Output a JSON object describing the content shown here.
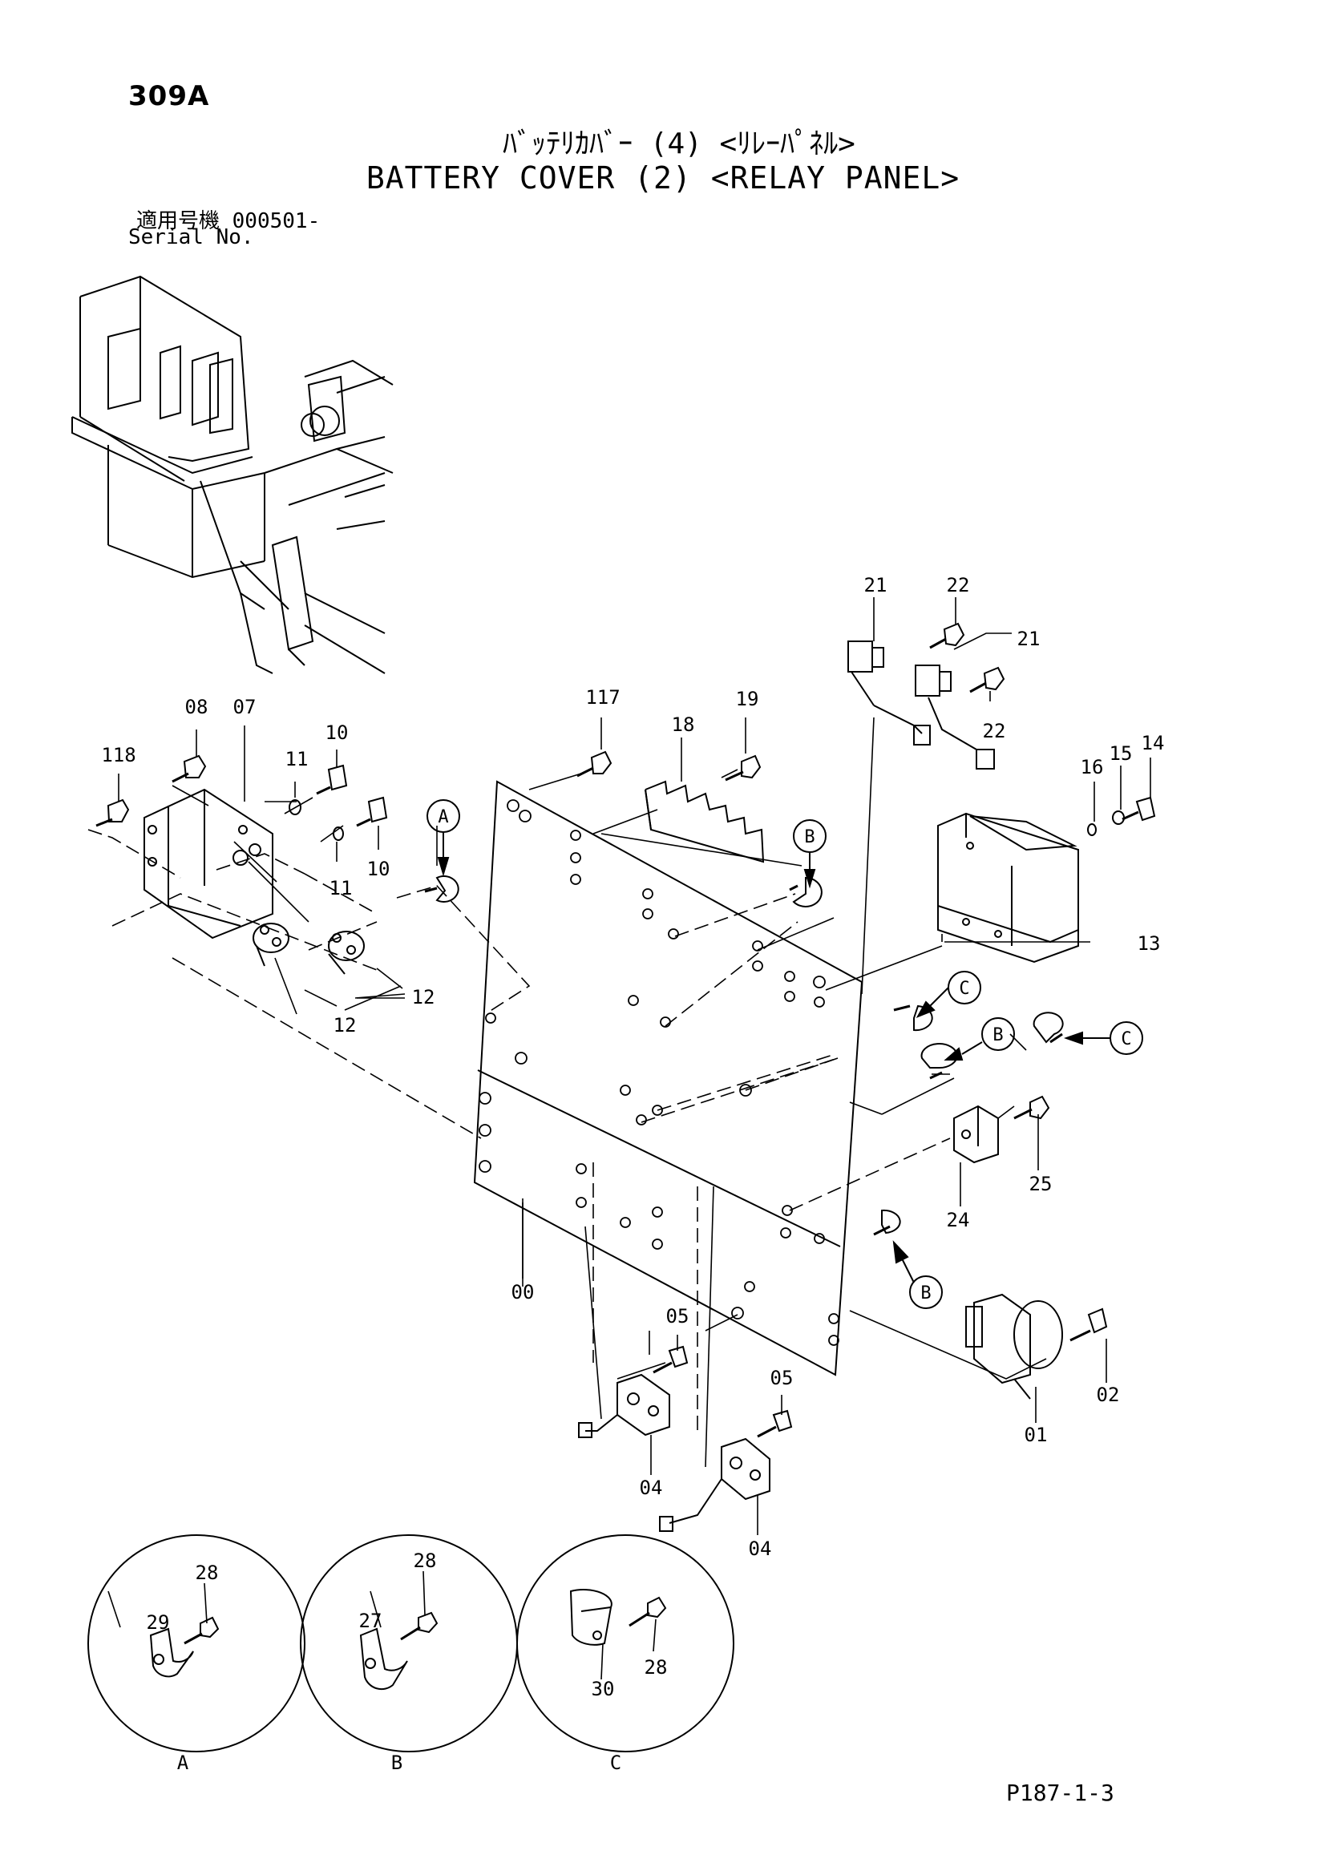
{
  "header": {
    "page_code": "309A",
    "title_ja": "ﾊﾞｯﾃﾘｶﾊﾞｰ (4) <ﾘﾚｰﾊﾟﾈﾙ>",
    "title_en": "BATTERY COVER (2) <RELAY PANEL>",
    "serial_label_ja": "適用号機 000501-",
    "serial_label_en": "Serial No."
  },
  "callouts": {
    "c00": "00",
    "c01": "01",
    "c02": "02",
    "c04a": "04",
    "c04b": "04",
    "c05a": "05",
    "c05b": "05",
    "c07": "07",
    "c08": "08",
    "c10a": "10",
    "c10b": "10",
    "c11a": "11",
    "c11b": "11",
    "c12a": "12",
    "c12b": "12",
    "c13": "13",
    "c14": "14",
    "c15": "15",
    "c16": "16",
    "c117": "117",
    "c118": "118",
    "c18": "18",
    "c19": "19",
    "c21a": "21",
    "c21b": "21",
    "c22a": "22",
    "c22b": "22",
    "c24": "24",
    "c25": "25"
  },
  "view_markers": {
    "mA": "A",
    "mB1": "B",
    "mB2": "B",
    "mB3": "B",
    "mC1": "C",
    "mC2": "C"
  },
  "details": {
    "A": {
      "label": "A",
      "parts": [
        "29",
        "28"
      ]
    },
    "B": {
      "label": "B",
      "parts": [
        "27",
        "28"
      ]
    },
    "C": {
      "label": "C",
      "parts": [
        "30",
        "28"
      ]
    }
  },
  "footer": {
    "page_number": "P187-1-3"
  }
}
